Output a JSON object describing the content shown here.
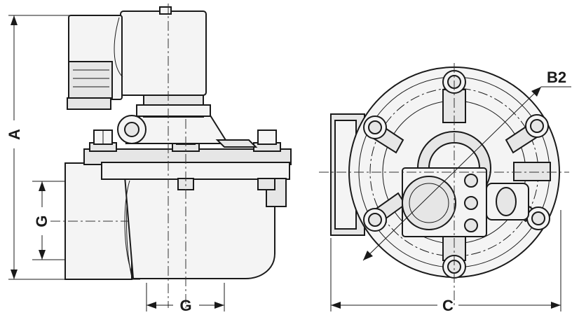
{
  "dimensions": {
    "height": "A",
    "port_side": "G",
    "port_bottom": "G",
    "outer_diameter": "C",
    "bolt_circle": "B2"
  }
}
